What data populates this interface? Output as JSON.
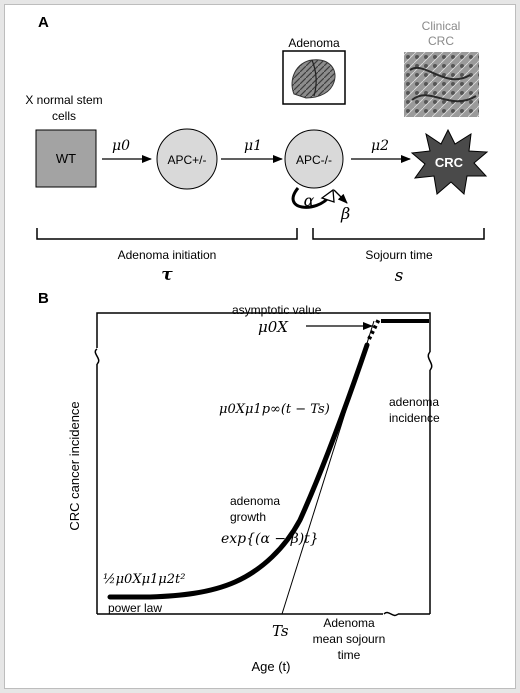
{
  "panel_a": {
    "label": "A",
    "stem_cells_line1": "X normal stem",
    "stem_cells_line2": "cells",
    "wt_label": "WT",
    "apc_het_label": "APC+/-",
    "apc_null_label": "APC-/-",
    "crc_label": "CRC",
    "adenoma_caption": "Adenoma",
    "clinical_caption_line1": "Clinical",
    "clinical_caption_line2": "CRC",
    "mu0": "μ0",
    "mu1": "μ1",
    "mu2": "μ2",
    "alpha": "α",
    "beta": "β",
    "initiation_label": "Adenoma initiation",
    "initiation_symbol": "τ",
    "sojourn_label": "Sojourn time",
    "sojourn_symbol": "s",
    "colors": {
      "wt_box": "#a3a3a3",
      "cell_fill": "#d9d9d9",
      "crc_fill": "#4a4a4a",
      "crc_text": "#ffffff"
    }
  },
  "panel_b": {
    "label": "B",
    "y_axis_label": "CRC cancer incidence",
    "x_axis_label": "Age (t)",
    "asymptotic_label": "asymptotic value",
    "asymptotic_formula": "μ0X",
    "linear_formula": "μ0Xμ1p∞(t − Ts)",
    "adenoma_incidence_line1": "adenoma",
    "adenoma_incidence_line2": "incidence",
    "growth_label_line1": "adenoma",
    "growth_label_line2": "growth",
    "growth_formula": "exp{(α − β)t}",
    "powerlaw_formula": "½μ0Xμ1μ2t²",
    "powerlaw_label": "power law",
    "ts_label": "Ts",
    "sojourn_line1": "Adenoma",
    "sojourn_line2": "mean sojourn",
    "sojourn_line3": "time"
  }
}
